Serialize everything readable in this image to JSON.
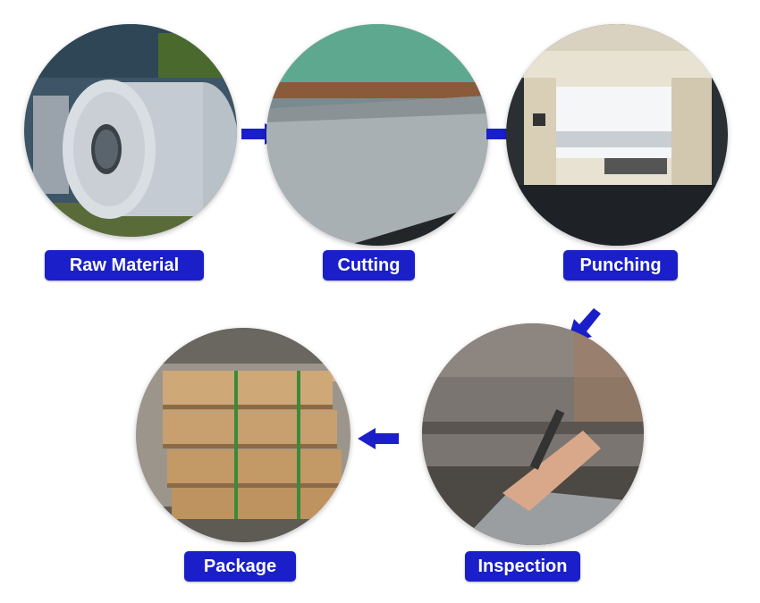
{
  "steps": [
    {
      "id": "raw-material",
      "label": "Raw Material",
      "photo_icon": "steel-coil-photo"
    },
    {
      "id": "cutting",
      "label": "Cutting",
      "photo_icon": "steel-sheet-cutting-photo"
    },
    {
      "id": "punching",
      "label": "Punching",
      "photo_icon": "punching-machine-photo"
    },
    {
      "id": "inspection",
      "label": "Inspection",
      "photo_icon": "roller-inspection-photo"
    },
    {
      "id": "package",
      "label": "Package",
      "photo_icon": "packaged-pallets-photo"
    }
  ],
  "arrows": [
    {
      "from": "Raw Material",
      "to": "Cutting",
      "direction": "right"
    },
    {
      "from": "Cutting",
      "to": "Punching",
      "direction": "right"
    },
    {
      "from": "Punching",
      "to": "Inspection",
      "direction": "down-left"
    },
    {
      "from": "Inspection",
      "to": "Package",
      "direction": "left"
    }
  ],
  "colors": {
    "label_bg": "#1a1fc9",
    "label_text": "#ffffff",
    "arrow": "#1a1fc9",
    "background": "#ffffff"
  }
}
